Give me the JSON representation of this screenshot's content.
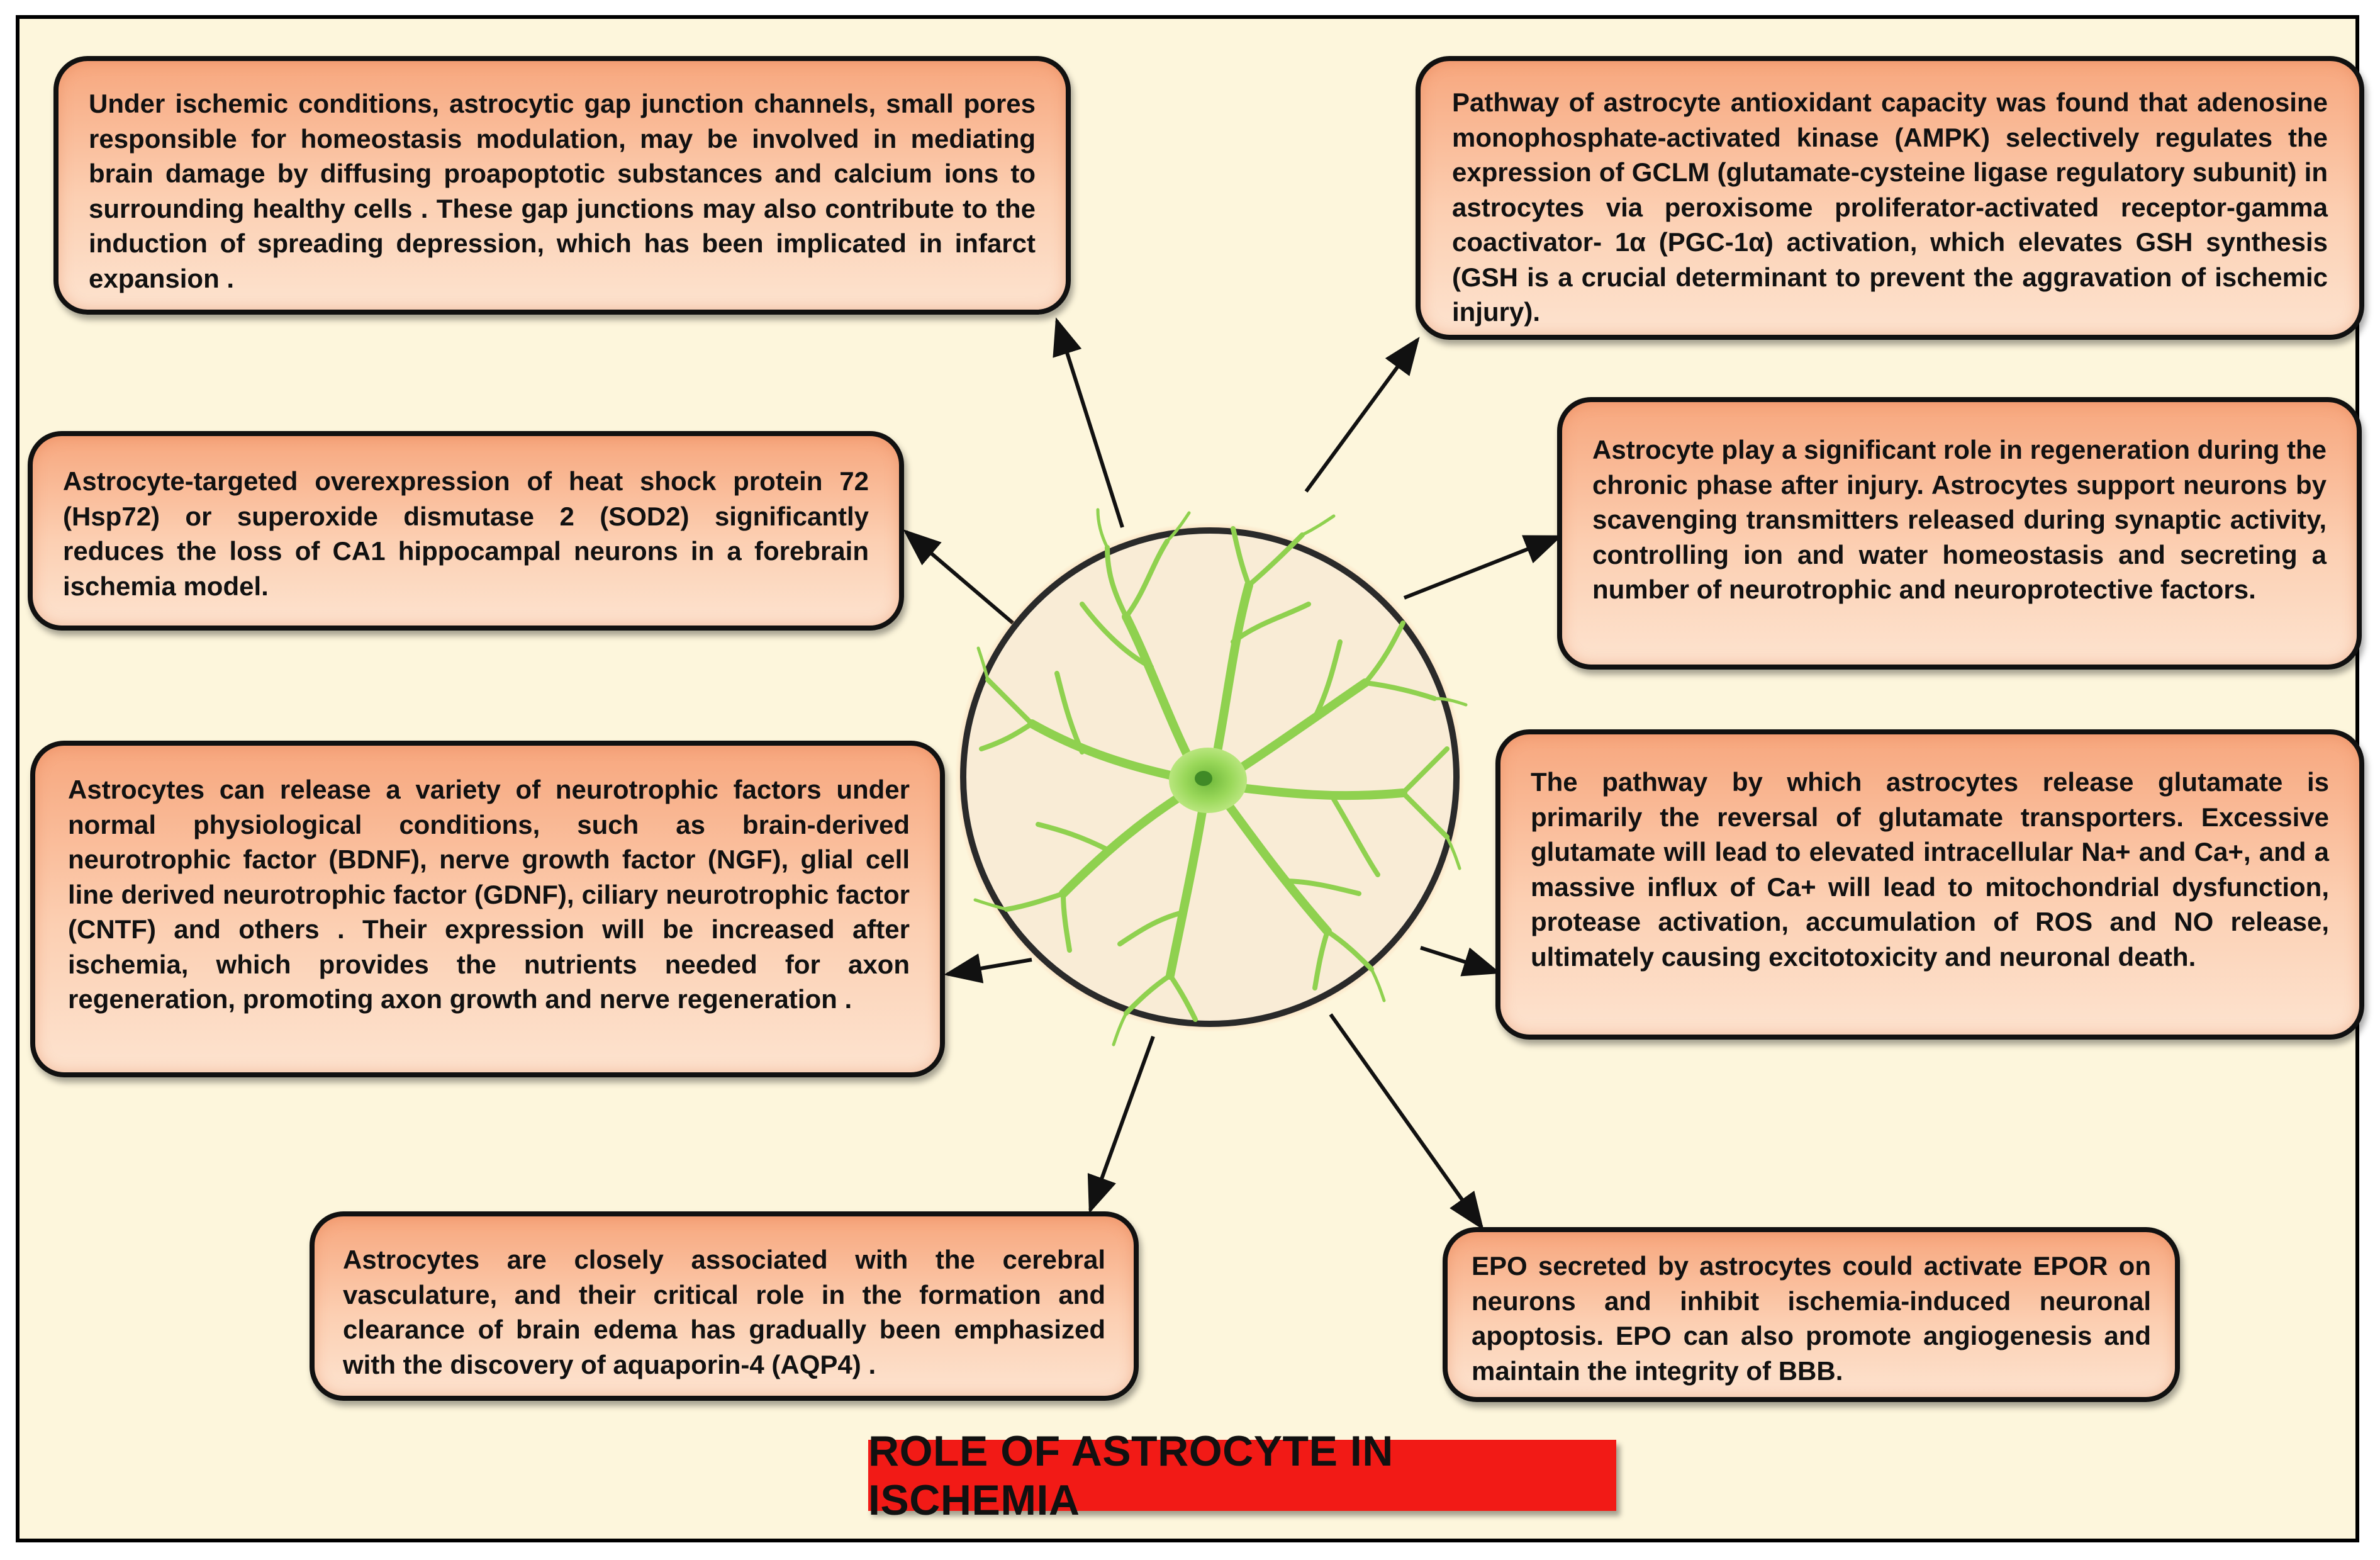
{
  "title": "ROLE OF ASTROCYTE IN ISCHEMIA",
  "colors": {
    "background": "#fdf6dc",
    "box_fill": "#f9b891",
    "title_fill": "#f21a16",
    "astrocyte": "#8fd14f"
  },
  "center_icon": "astrocyte-cell-icon",
  "boxes": {
    "gap_junctions": " Under ischemic conditions, astrocytic gap junction channels, small pores responsible for homeostasis modulation, may be involved in mediating brain damage by diffusing proapoptotic substances and calcium ions to surrounding healthy cells . These gap junctions may also contribute to the induction of spreading depression, which has been implicated in infarct expansion .",
    "antioxidant": "Pathway of astrocyte antioxidant capacity was found that adenosine monophosphate-activated kinase (AMPK) selectively regulates the expression of GCLM (glutamate-cysteine ligase regulatory subunit) in astrocytes via peroxisome proliferator-activated receptor-gamma coactivator- 1α (PGC-1α) activation, which elevates GSH synthesis (GSH is a crucial determinant to prevent the aggravation of ischemic injury).",
    "hsp72": "Astrocyte-targeted overexpression of heat shock protein 72 (Hsp72) or superoxide dismutase 2 (SOD2) significantly reduces the loss of CA1 hippocampal neurons in a forebrain ischemia model.",
    "regeneration": "Astrocyte  play a significant role in regeneration during the chronic phase after injury. Astrocytes support neurons by scavenging transmitters released during synaptic activity, controlling ion and water homeostasis and secreting a number of neurotrophic and neuroprotective factors.",
    "neurotrophic": "Astrocytes can release a variety of neurotrophic factors under normal physiological conditions, such as brain-derived neurotrophic factor (BDNF), nerve growth factor (NGF), glial cell line derived neurotrophic factor (GDNF), ciliary neurotrophic factor (CNTF) and others . Their expression will be increased after ischemia, which provides the nutrients needed for axon regeneration, promoting axon growth and nerve regeneration .",
    "glutamate": "The pathway by which astrocytes release glutamate is primarily the reversal of glutamate transporters. Excessive glutamate will lead to elevated intracellular Na+ and Ca+, and a massive influx of Ca+ will lead to mitochondrial dysfunction, protease activation, accumulation of ROS and NO release, ultimately causing excitotoxicity and neuronal death.",
    "aqp4": "Astrocytes are closely associated with the cerebral vasculature, and their critical role in the formation and clearance of brain edema has gradually been emphasized with the discovery of aquaporin-4 (AQP4) .",
    "epo": "EPO secreted by astrocytes could activate EPOR on neurons and inhibit ischemia-induced neuronal apoptosis. EPO can also promote angiogenesis and maintain the integrity of BBB."
  }
}
